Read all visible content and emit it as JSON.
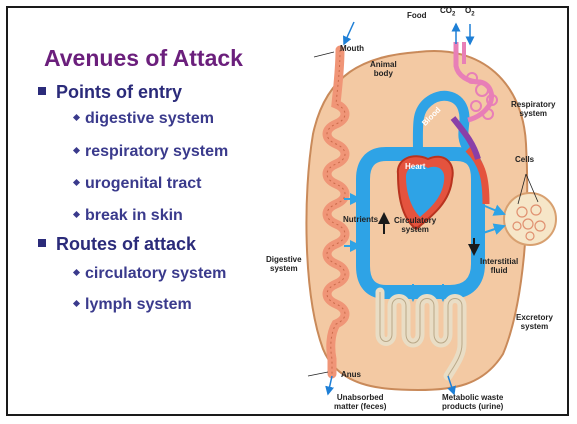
{
  "slide": {
    "title": "Avenues of Attack",
    "points_heading": "Points of entry",
    "points": [
      "digestive system",
      "respiratory system",
      "urogenital tract",
      "break in skin"
    ],
    "routes_heading": "Routes of attack",
    "routes": [
      "circulatory system",
      "lymph system"
    ]
  },
  "diagram": {
    "labels": {
      "mouth": "Mouth",
      "food": "Food",
      "co2": "CO",
      "co2_sub": "2",
      "o2": "O",
      "o2_sub": "2",
      "animal_body_1": "Animal",
      "animal_body_2": "body",
      "respiratory_1": "Respiratory",
      "respiratory_2": "system",
      "blood": "Blood",
      "heart": "Heart",
      "cells": "Cells",
      "nutrients": "Nutrients",
      "circulatory_1": "Circulatory",
      "circulatory_2": "system",
      "digestive_1": "Digestive",
      "digestive_2": "system",
      "interstitial_1": "Interstitial",
      "interstitial_2": "fluid",
      "excretory_1": "Excretory",
      "excretory_2": "system",
      "anus": "Anus",
      "unabsorbed_1": "Unabsorbed",
      "unabsorbed_2": "matter (feces)",
      "metabolic_1": "Metabolic waste",
      "metabolic_2": "products (urine)"
    },
    "colors": {
      "body": "#f3c9a3",
      "body_outline": "#c98a5a",
      "blood_blue": "#2ea3e6",
      "artery_red": "#e4533e",
      "lung_pink": "#e87fb7",
      "gut_orange": "#f09577",
      "kidney_tan": "#e9ddc5",
      "title_purple": "#6b1f7c",
      "text_navy": "#2b2b7a"
    }
  }
}
